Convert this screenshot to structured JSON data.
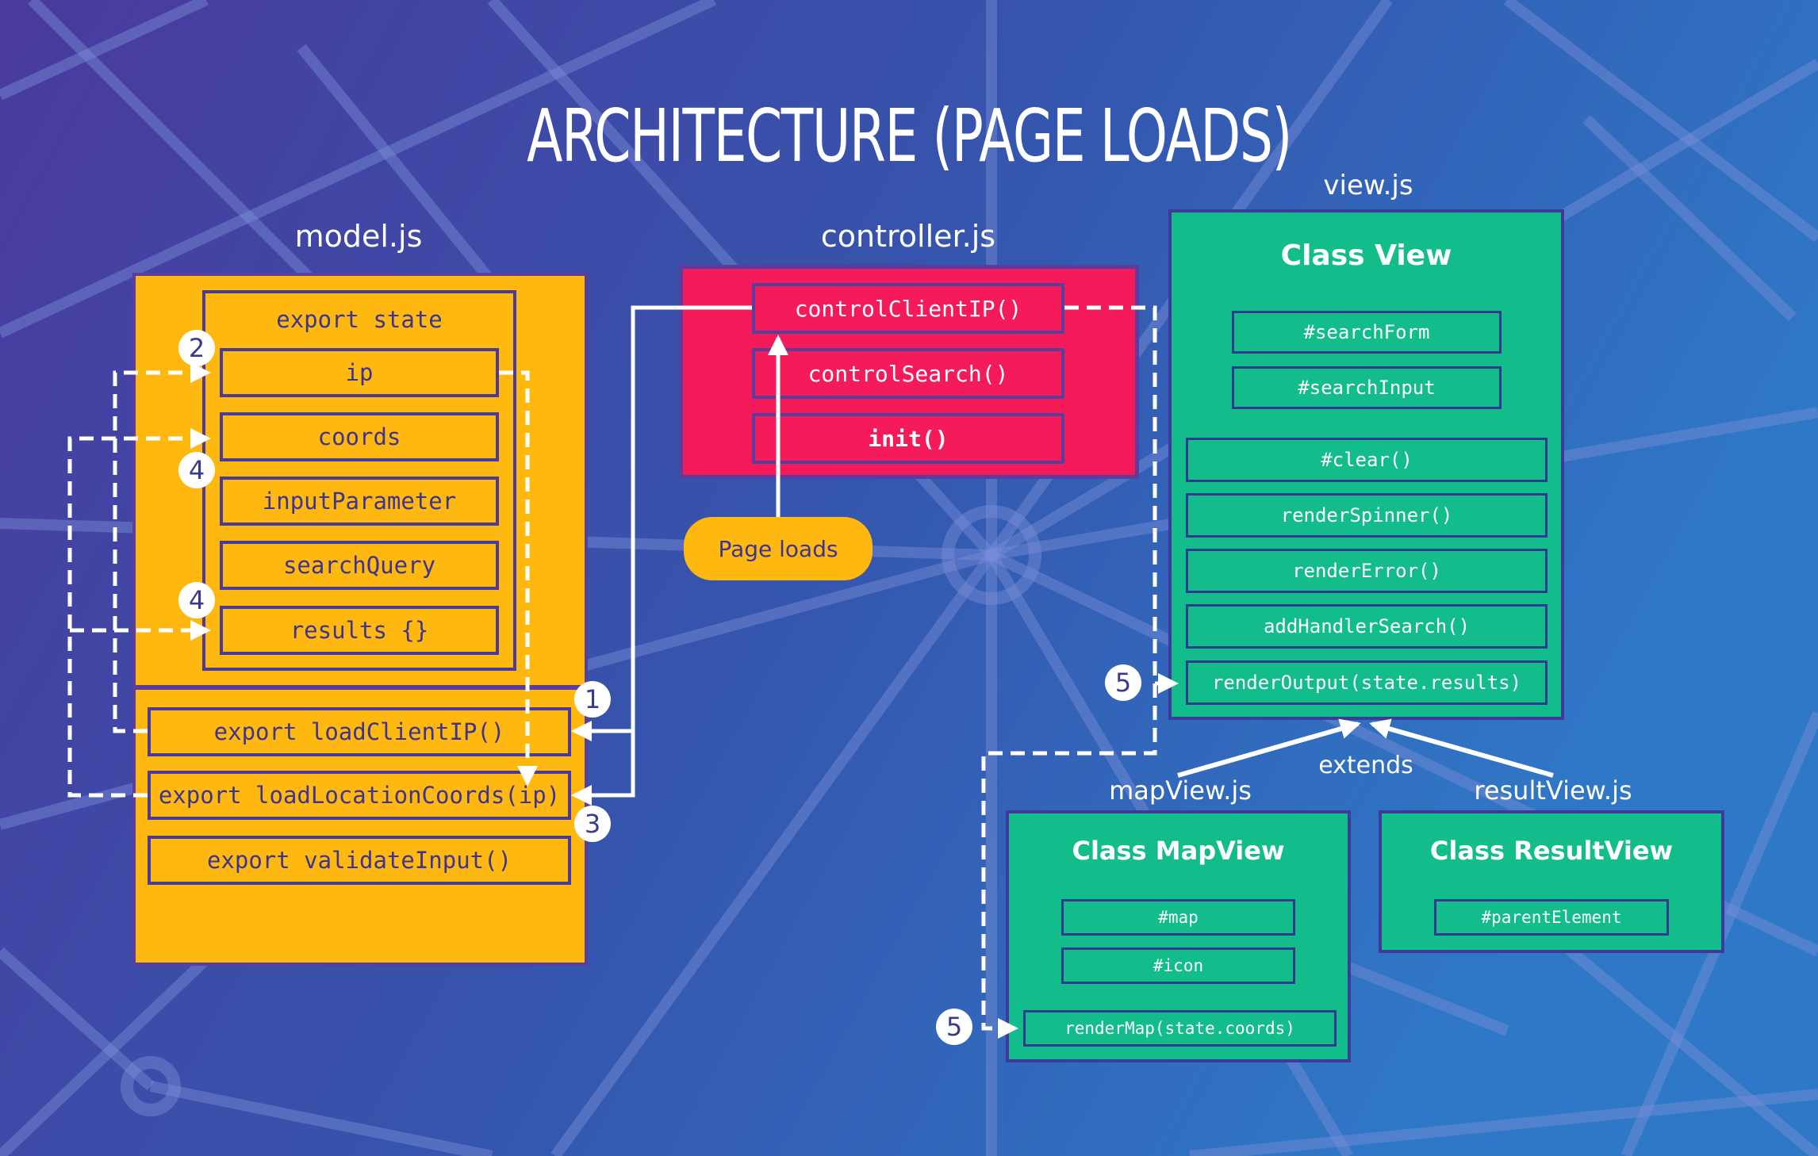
{
  "title": "ARCHITECTURE (PAGE LOADS)",
  "colors": {
    "background_start": "#4a3a9e",
    "background_end": "#2f78c7",
    "model": "#ffb80f",
    "controller": "#f51b5a",
    "view": "#12bd8b",
    "border": "#4b3a9a",
    "arrow": "#ffffff"
  },
  "model": {
    "file": "model.js",
    "state_label": "export state",
    "state_fields": [
      "ip",
      "coords",
      "inputParameter",
      "searchQuery",
      "results {}"
    ],
    "functions": [
      "export loadClientIP()",
      "export loadLocationCoords(ip)",
      "export validateInput()"
    ]
  },
  "controller": {
    "file": "controller.js",
    "functions": [
      "controlClientIP()",
      "controlSearch()",
      "init()"
    ],
    "trigger": "Page loads"
  },
  "view": {
    "file": "view.js",
    "class_name": "Class View",
    "fields": [
      "#searchForm",
      "#searchInput"
    ],
    "methods": [
      "#clear()",
      "renderSpinner()",
      "renderError()",
      "addHandlerSearch()",
      "renderOutput(state.results)"
    ]
  },
  "extends_label": "extends",
  "map_view": {
    "file": "mapView.js",
    "class_name": "Class MapView",
    "fields": [
      "#map",
      "#icon"
    ],
    "methods": [
      "renderMap(state.coords)"
    ]
  },
  "result_view": {
    "file": "resultView.js",
    "class_name": "Class ResultView",
    "fields": [
      "#parentElement"
    ]
  },
  "steps": [
    "2",
    "4",
    "4",
    "1",
    "3",
    "5",
    "5"
  ]
}
